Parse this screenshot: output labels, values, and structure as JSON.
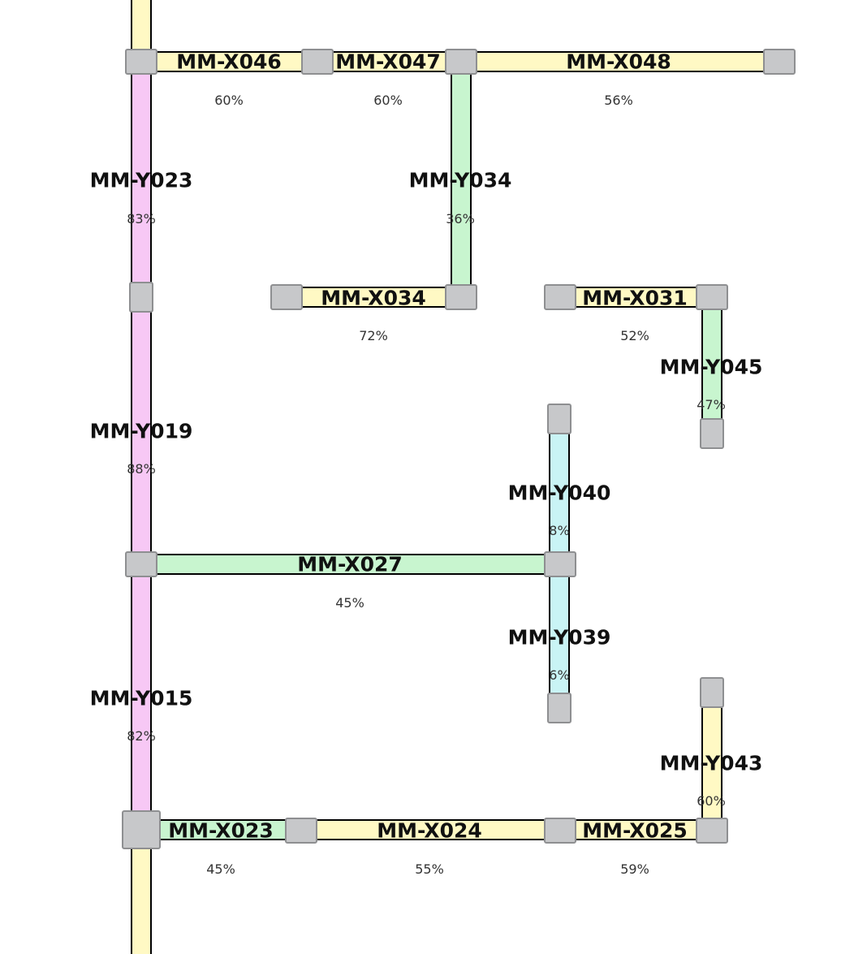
{
  "colors": {
    "yellow": "#f4ec2e",
    "green": "#2fe24f",
    "pink": "#e22fd8",
    "cyan": "#2fe8ec",
    "node": "#c7c8ca"
  },
  "segments": [
    {
      "id": "X046",
      "label": "MM-X046",
      "percent": "60%",
      "color": "yellow"
    },
    {
      "id": "X047",
      "label": "MM-X047",
      "percent": "60%",
      "color": "yellow"
    },
    {
      "id": "X048",
      "label": "MM-X048",
      "percent": "56%",
      "color": "yellow"
    },
    {
      "id": "Y023",
      "label": "MM-Y023",
      "percent": "83%",
      "color": "pink"
    },
    {
      "id": "Y034",
      "label": "MM-Y034",
      "percent": "36%",
      "color": "green"
    },
    {
      "id": "X034",
      "label": "MM-X034",
      "percent": "72%",
      "color": "yellow"
    },
    {
      "id": "X031",
      "label": "MM-X031",
      "percent": "52%",
      "color": "yellow"
    },
    {
      "id": "Y045",
      "label": "MM-Y045",
      "percent": "47%",
      "color": "green"
    },
    {
      "id": "Y019",
      "label": "MM-Y019",
      "percent": "88%",
      "color": "pink"
    },
    {
      "id": "Y040",
      "label": "MM-Y040",
      "percent": "8%",
      "color": "cyan"
    },
    {
      "id": "X027",
      "label": "MM-X027",
      "percent": "45%",
      "color": "green"
    },
    {
      "id": "Y039",
      "label": "MM-Y039",
      "percent": "6%",
      "color": "cyan"
    },
    {
      "id": "Y015",
      "label": "MM-Y015",
      "percent": "82%",
      "color": "pink"
    },
    {
      "id": "Y043",
      "label": "MM-Y043",
      "percent": "60%",
      "color": "yellow"
    },
    {
      "id": "X023",
      "label": "MM-X023",
      "percent": "45%",
      "color": "green"
    },
    {
      "id": "X024",
      "label": "MM-X024",
      "percent": "55%",
      "color": "yellow"
    },
    {
      "id": "X025",
      "label": "MM-X025",
      "percent": "59%",
      "color": "yellow"
    }
  ]
}
